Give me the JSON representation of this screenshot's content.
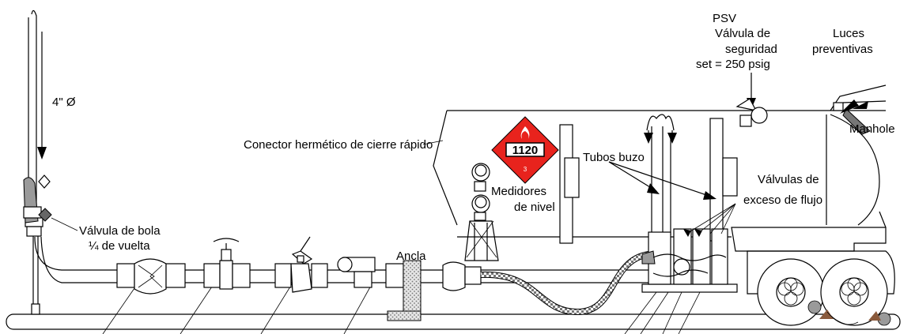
{
  "labels": {
    "pipe_size": "4\" Ø",
    "ball_valve": [
      "Válvula de bola",
      "¼ de vuelta"
    ],
    "quick_connector": "Conector hermético de cierre rápido",
    "anchor": "Ancla",
    "level_gauges": [
      "Medidores",
      "de nivel"
    ],
    "dip_tubes": "Tubos buzo",
    "psv": [
      "PSV",
      "Válvula de",
      "seguridad",
      "set = 250 psig"
    ],
    "warning_lights": [
      "Luces",
      "preventivas"
    ],
    "manhole": "Manhole",
    "excess_flow_valves": [
      "Válvulas de",
      "exceso de flujo"
    ]
  },
  "placard": {
    "un_number": "1120",
    "hazard_class": "3",
    "color": "#e8231d"
  },
  "colors": {
    "line": "#000000",
    "gray_part": "#9a9a9a",
    "hose_pattern": "#7a7a7a",
    "chock": "#8a5a3c",
    "background": "#ffffff"
  }
}
